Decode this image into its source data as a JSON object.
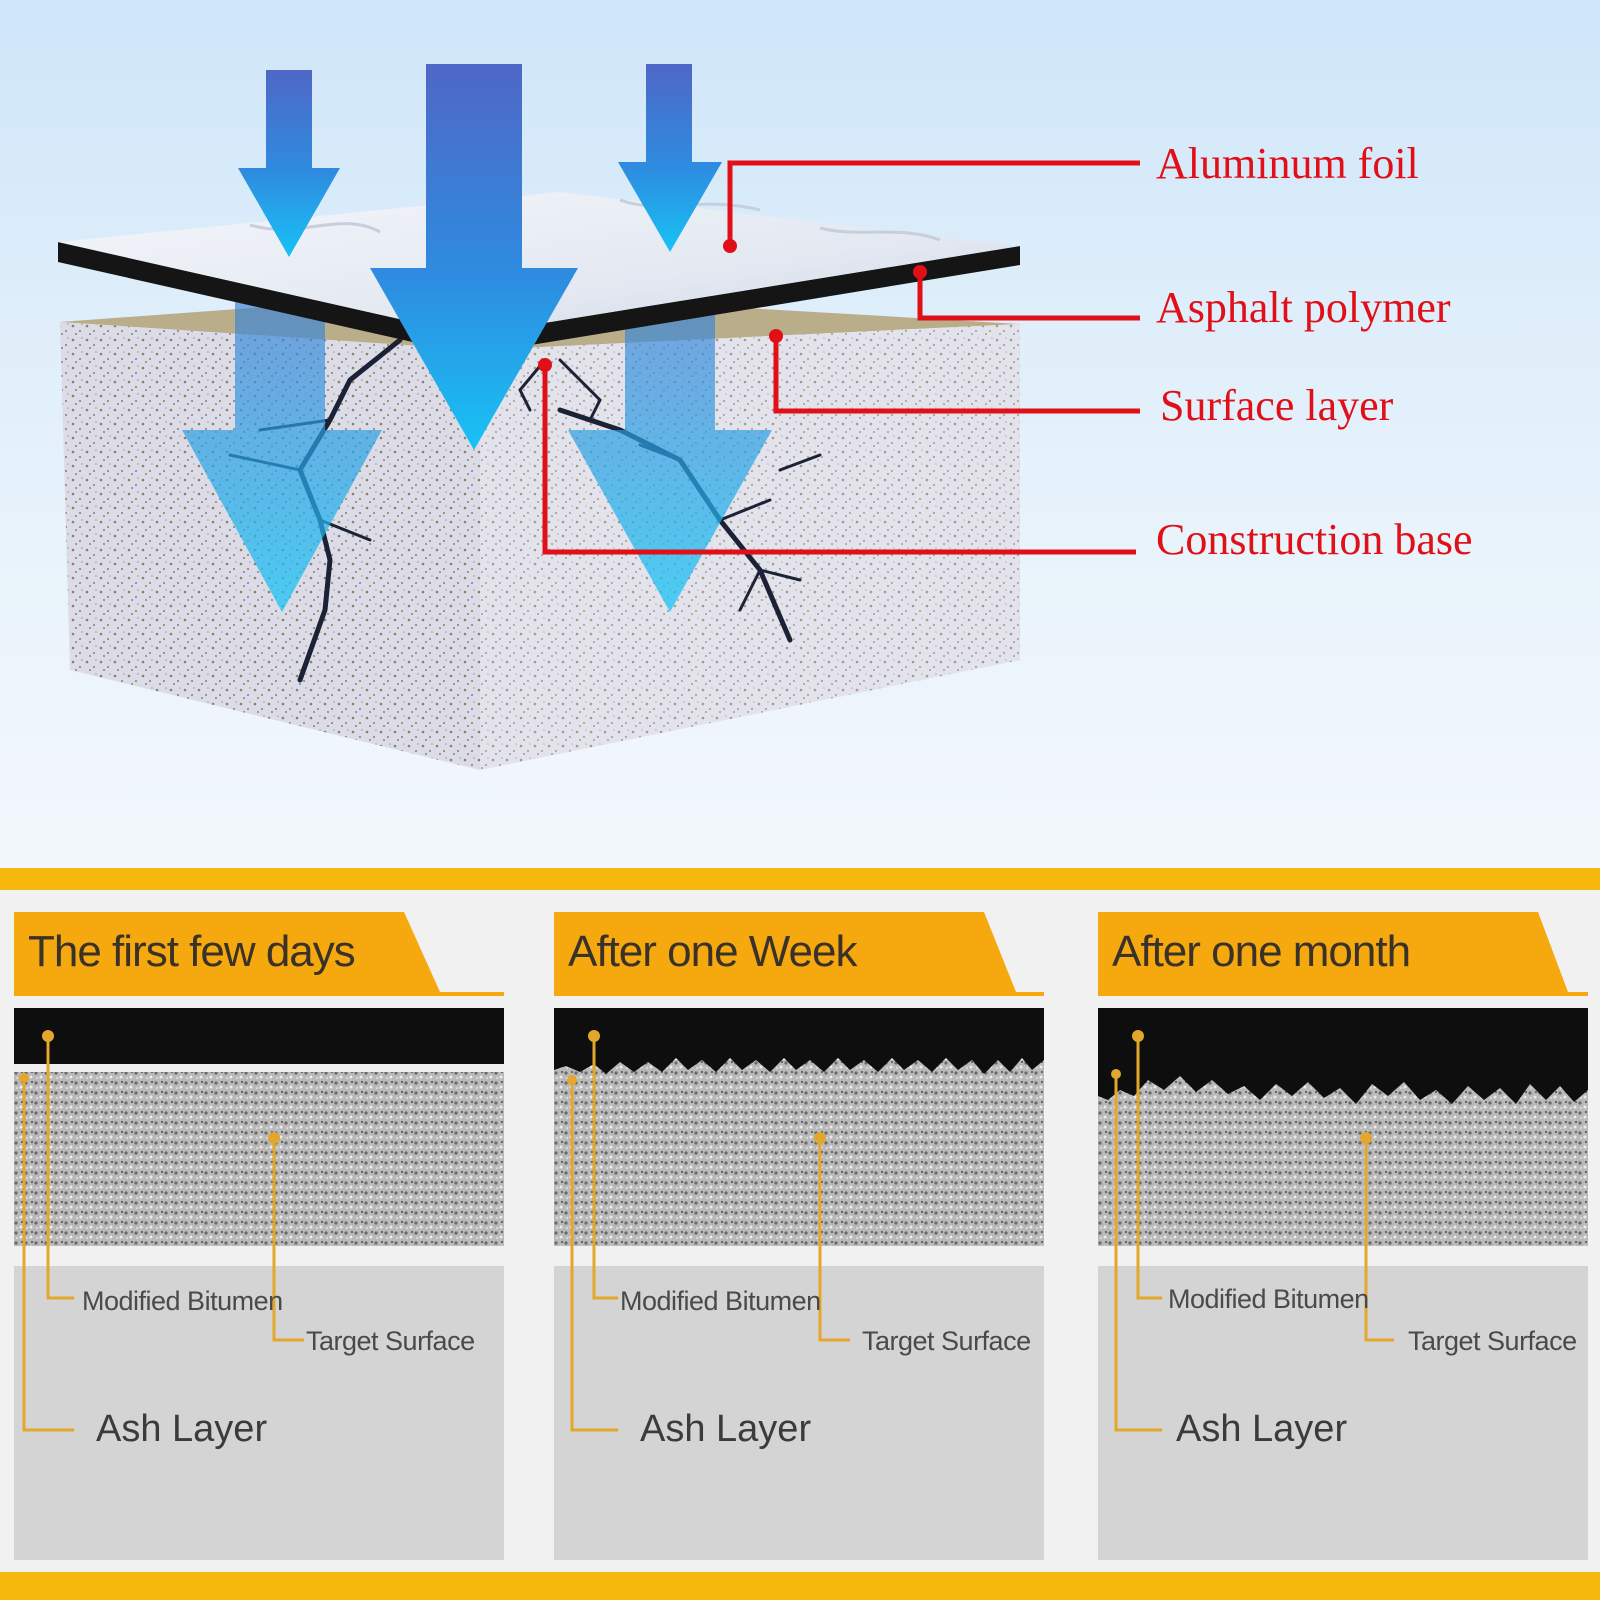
{
  "callouts": {
    "aluminum_foil": "Aluminum foil",
    "asphalt_polymer": "Asphalt polymer",
    "surface_layer": "Surface layer",
    "construction_base": "Construction base"
  },
  "panels": [
    {
      "title": "The first few days",
      "modified_bitumen": "Modified Bitumen",
      "target_surface": "Target Surface",
      "ash_layer": "Ash Layer"
    },
    {
      "title": "After one Week",
      "modified_bitumen": "Modified Bitumen",
      "target_surface": "Target Surface",
      "ash_layer": "Ash Layer"
    },
    {
      "title": "After one month",
      "modified_bitumen": "Modified Bitumen",
      "target_surface": "Target Surface",
      "ash_layer": "Ash Layer"
    }
  ],
  "colors": {
    "callout_red": "#e10f17",
    "banner_orange": "#f6a90f",
    "stripe_yellow": "#f6b80c",
    "bitumen_black": "#111111",
    "leader_gold": "#e2a72c"
  }
}
